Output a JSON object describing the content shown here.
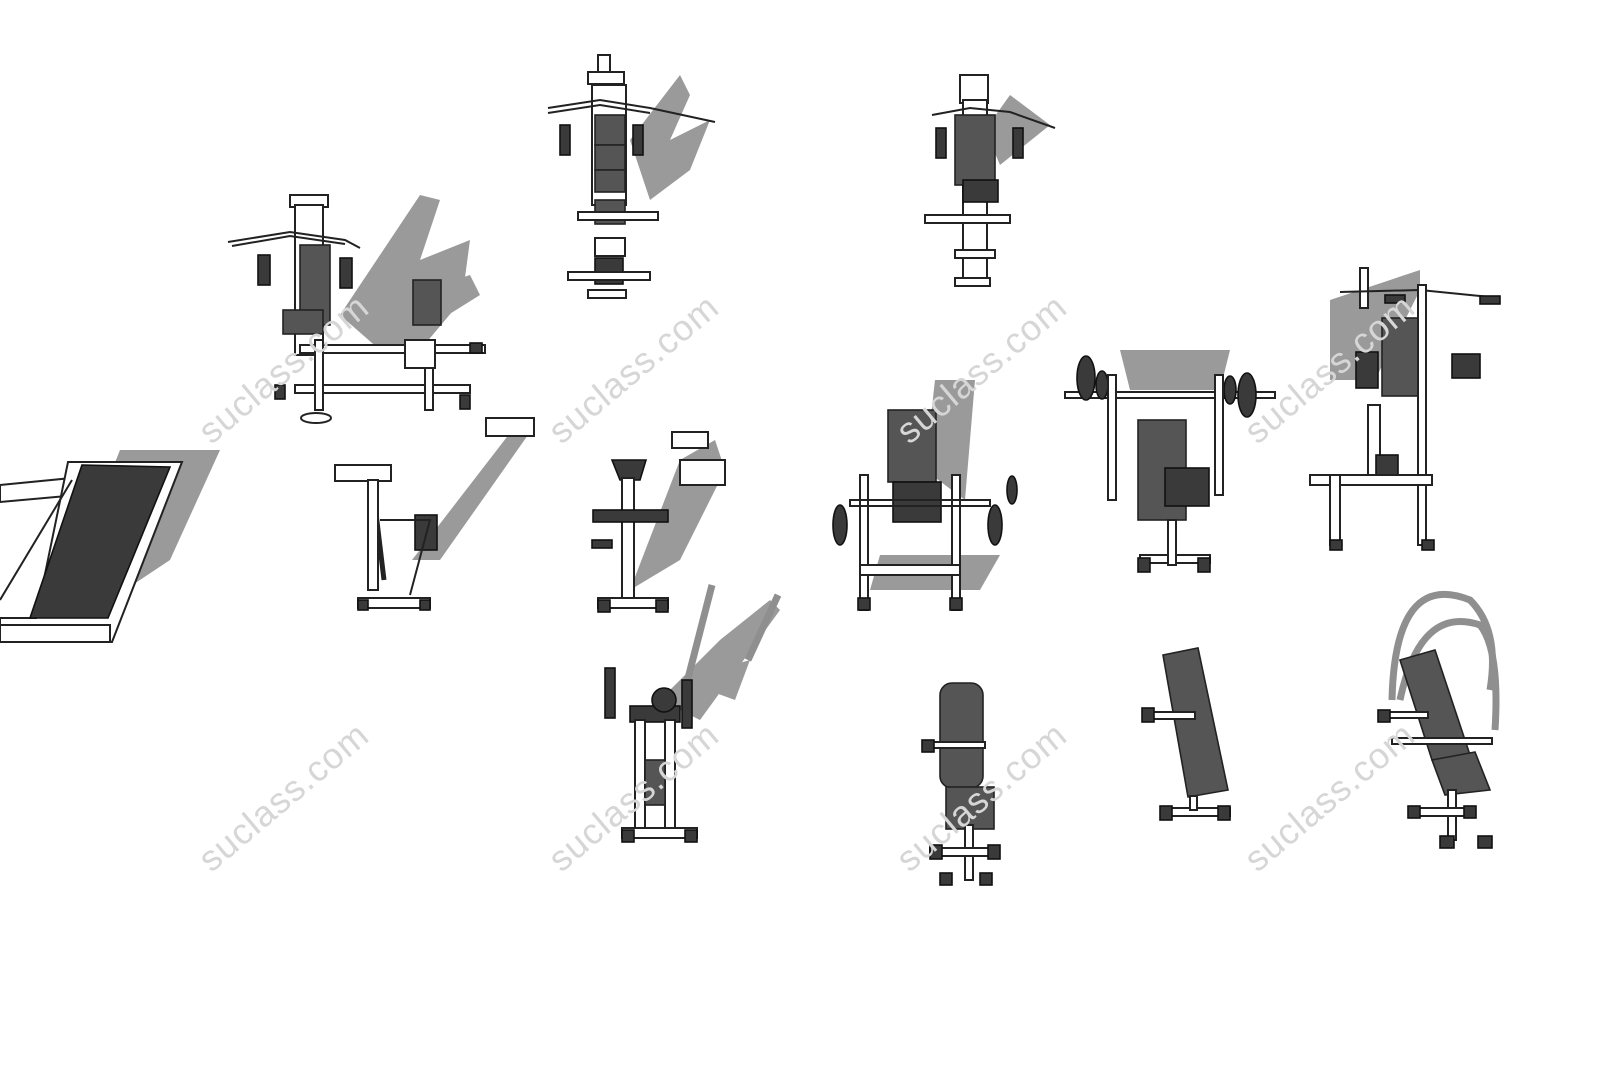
{
  "scene": {
    "type": "3d-model-preview",
    "subject": "gym equipment set",
    "colors": {
      "background": "#ffffff",
      "frame": "#ffffff",
      "outline": "#222222",
      "pad": "#555555",
      "pad_dark": "#3a3a3a",
      "shadow": "#9a9a9a",
      "watermark": "#d6d6d6"
    }
  },
  "watermark": {
    "text": "suclass.com"
  },
  "equipment": [
    {
      "id": "multi-station-home-gym"
    },
    {
      "id": "cable-press-station"
    },
    {
      "id": "chest-press-machine"
    },
    {
      "id": "treadmill"
    },
    {
      "id": "rowing-bike"
    },
    {
      "id": "exercise-bike"
    },
    {
      "id": "leg-press-chair"
    },
    {
      "id": "weight-bench-with-barbell"
    },
    {
      "id": "dip-station"
    },
    {
      "id": "elliptical-trainer"
    },
    {
      "id": "adjustable-bench"
    },
    {
      "id": "flat-bench"
    },
    {
      "id": "ab-bench-with-arches"
    }
  ]
}
